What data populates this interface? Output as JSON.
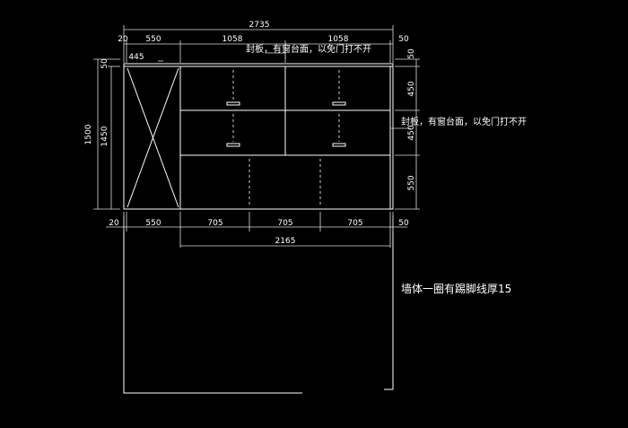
{
  "top_dims": {
    "total": "2735",
    "seg_20": "20",
    "seg_550": "550",
    "seg_1058_a": "1058",
    "seg_1058_b": "1058",
    "seg_50": "50"
  },
  "small_dims": {
    "d445": "445"
  },
  "left_dims": {
    "d1500": "1500",
    "d1450": "1450",
    "d50": "50"
  },
  "right_dims": {
    "d50": "50",
    "d450_a": "450",
    "d450_b": "450",
    "d550": "550"
  },
  "bottom_dims": {
    "d20": "20",
    "d550": "550",
    "d705_a": "705",
    "d705_b": "705",
    "d705_c": "705",
    "d50": "50",
    "d2165": "2165"
  },
  "notes": {
    "top_note": "封板，有窗台面，以免门打不开",
    "right_note": "封板，有窗台面，以免门打不开",
    "wall_note": "墙体一圈有踢脚线厚15"
  }
}
